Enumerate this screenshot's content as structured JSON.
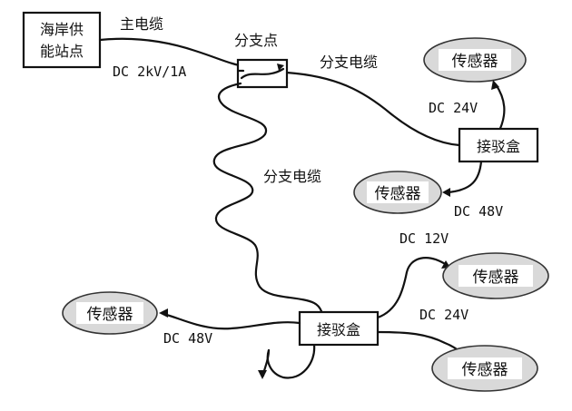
{
  "shore_station": {
    "line1": "海岸供",
    "line2": "能站点"
  },
  "main_cable_label": "主电缆",
  "main_voltage": "DC 2kV/1A",
  "branch_point_label": "分支点",
  "branch_cable_label_top": "分支电缆",
  "branch_cable_label_mid": "分支电缆",
  "junction_box_1": "接驳盒",
  "junction_box_2": "接驳盒",
  "sensor_label": "传感器",
  "voltages": {
    "jb1_top": "DC 24V",
    "jb1_bottom": "DC 48V",
    "jb2_left": "DC 48V",
    "jb2_top": "DC 12V",
    "jb2_right": "DC 24V"
  }
}
